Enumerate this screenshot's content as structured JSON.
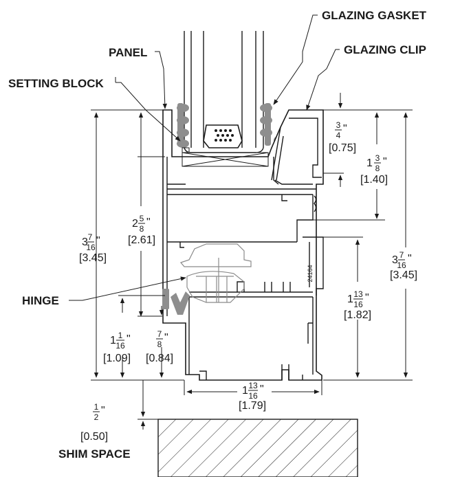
{
  "labels": {
    "glazing_gasket": "GLAZING GASKET",
    "glazing_clip": "GLAZING CLIP",
    "panel": "PANEL",
    "setting_block": "SETTING BLOCK",
    "hinge": "HINGE",
    "shim_space": "SHIM SPACE",
    "part_number": "24164"
  },
  "dimensions": {
    "overall_left": {
      "whole": "3",
      "num": "7",
      "den": "16",
      "metric": "[3.45]"
    },
    "overall_right": {
      "whole": "3",
      "num": "7",
      "den": "16",
      "metric": "[3.45]"
    },
    "sill_to_block": {
      "whole": "2",
      "num": "5",
      "den": "8",
      "metric": "[2.61]"
    },
    "hinge_height": {
      "whole": "1",
      "num": "1",
      "den": "16",
      "metric": "[1.09]"
    },
    "hinge_small": {
      "whole": "",
      "num": "7",
      "den": "8",
      "metric": "[0.84]"
    },
    "top_step": {
      "whole": "",
      "num": "3",
      "den": "4",
      "metric": "[0.75]"
    },
    "clip_depth": {
      "whole": "1",
      "num": "3",
      "den": "8",
      "metric": "[1.40]"
    },
    "lower_chamber": {
      "whole": "1",
      "num": "13",
      "den": "16",
      "metric": "[1.82]"
    },
    "frame_width": {
      "whole": "1",
      "num": "13",
      "den": "16",
      "metric": "[1.79]"
    },
    "shim": {
      "whole": "",
      "num": "1",
      "den": "2",
      "metric": "[0.50]"
    }
  },
  "inch_mark": "\""
}
